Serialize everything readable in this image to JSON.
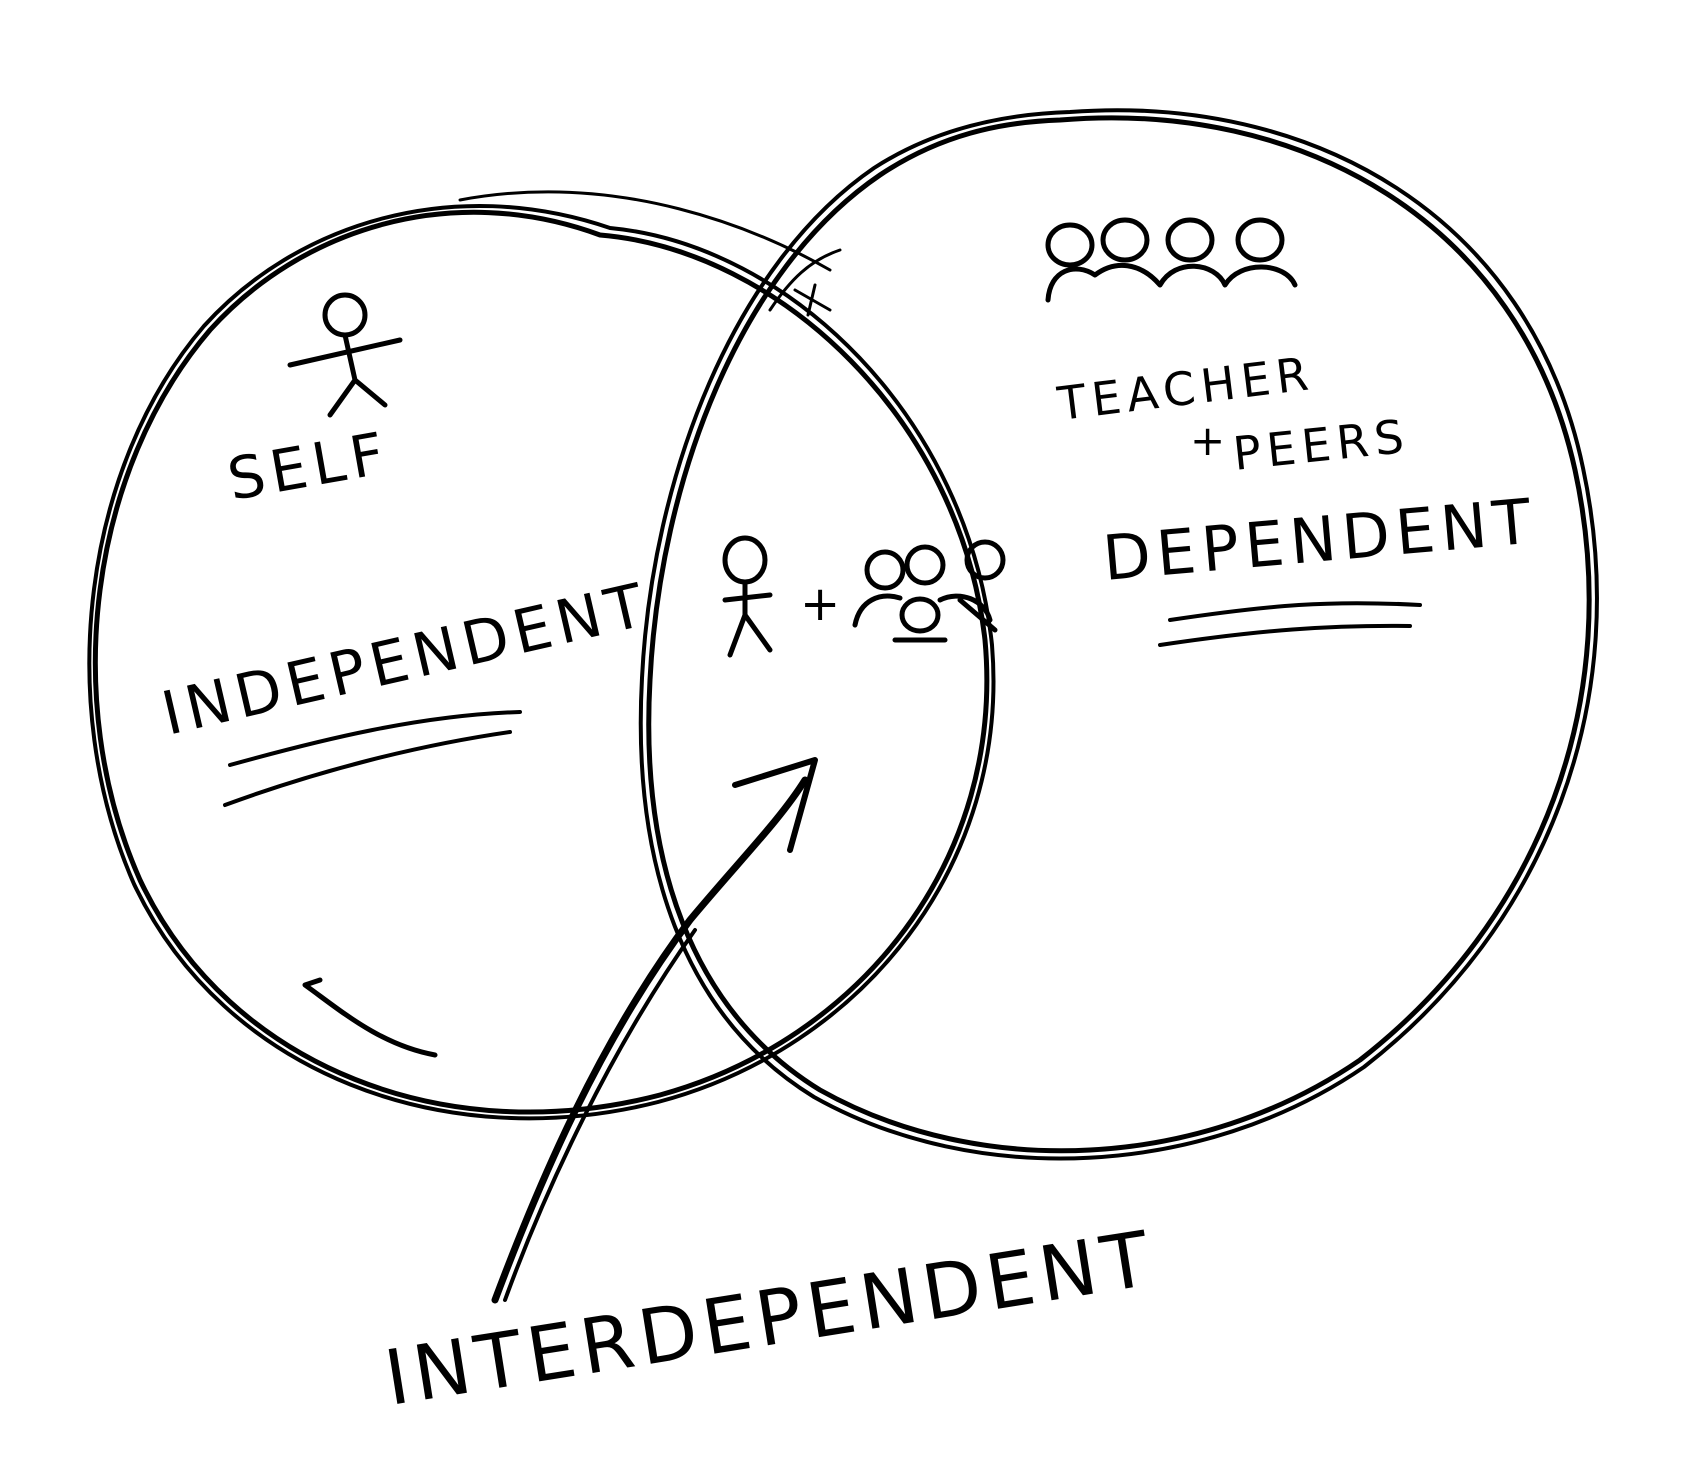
{
  "diagram": {
    "type": "venn",
    "sets": [
      {
        "id": "left",
        "label_top": "SELF",
        "label_main": "INDEPENDENT"
      },
      {
        "id": "right",
        "label_top_line1": "TEACHER",
        "label_top_plus": "+",
        "label_top_line2": "PEERS",
        "label_main": "DEPENDENT"
      }
    ],
    "intersection": {
      "plus_sign": "+",
      "label": "INTERDEPENDENT"
    }
  },
  "style": {
    "ink_color": "#000000",
    "paper_color": "#ffffff"
  }
}
